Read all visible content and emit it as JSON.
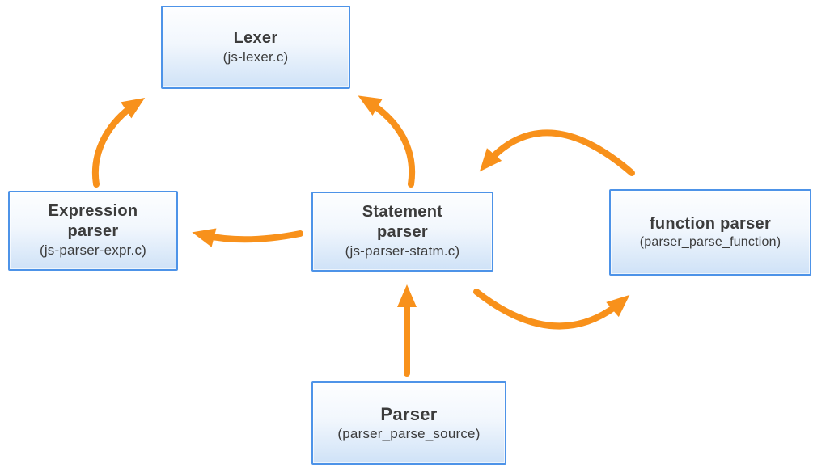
{
  "diagram": {
    "background_color": "#ffffff",
    "arrow_color": "#f8911b",
    "box_border_color": "#4d93e8",
    "box_fill_top": "#fdfeff",
    "box_fill_bottom": "#cfe2f7",
    "text_color": "#3c3c3c",
    "nodes": {
      "lexer": {
        "title": "Lexer",
        "subtitle": "(js-lexer.c)"
      },
      "expression": {
        "title": "Expression\nparser",
        "subtitle": "(js-parser-expr.c)"
      },
      "statement": {
        "title": "Statement\nparser",
        "subtitle": "(js-parser-statm.c)"
      },
      "function": {
        "title": "function parser",
        "subtitle": "(parser_parse_function)"
      },
      "parser": {
        "title": "Parser",
        "subtitle": "(parser_parse_source)"
      }
    },
    "edges": [
      {
        "from": "expression-parser",
        "to": "lexer"
      },
      {
        "from": "statement-parser",
        "to": "lexer"
      },
      {
        "from": "statement-parser",
        "to": "expression-parser"
      },
      {
        "from": "statement-parser",
        "to": "function-parser"
      },
      {
        "from": "function-parser",
        "to": "statement-parser"
      },
      {
        "from": "parser",
        "to": "statement-parser"
      }
    ]
  }
}
